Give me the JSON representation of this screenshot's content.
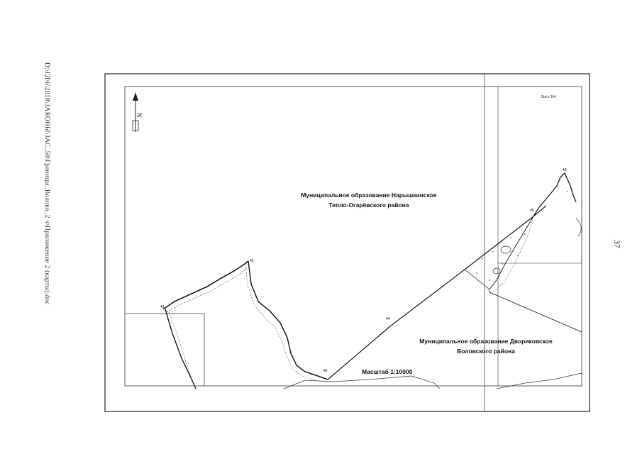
{
  "document": {
    "side_path": "D:\\ГД\\6\\2018\\ЗАКОНЫ\\ЗАС_58\\Границы_Волово_2 ч\\Приложение 2 (карты).doc",
    "page_number": "37"
  },
  "map": {
    "sheet_label": "Лист В4",
    "municipality_north_line1": "Муниципальное образование Нарышкинское",
    "municipality_north_line2": "Тепло-Огарёвского района",
    "municipality_south_line1": "Муниципальное образование Двориковское",
    "municipality_south_line2": "Воловского района",
    "scale_label": "Масштаб 1:10000",
    "north_arrow_letter": "N",
    "point_labels": [
      "41",
      "42",
      "43",
      "44",
      "45",
      "46"
    ],
    "colors": {
      "lines": "#1a1a1a",
      "frame": "#333333"
    }
  }
}
